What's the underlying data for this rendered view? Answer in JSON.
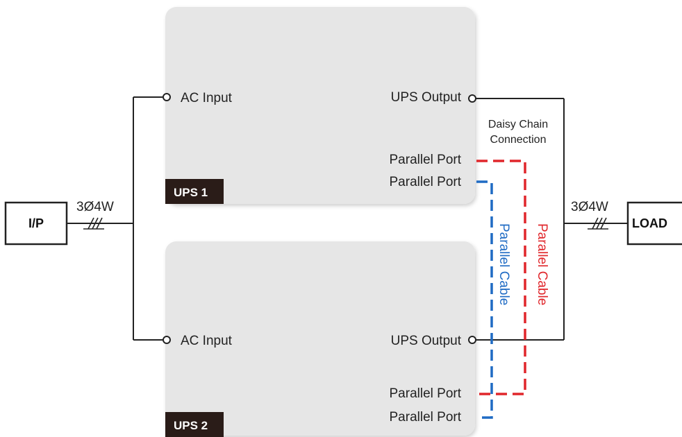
{
  "input_box": {
    "label": "I/P"
  },
  "load_box": {
    "label": "LOAD"
  },
  "input_wiring": {
    "label": "3Ø4W"
  },
  "output_wiring": {
    "label": "3Ø4W"
  },
  "ups1": {
    "name": "UPS 1",
    "ac_input": "AC Input",
    "ups_output": "UPS Output",
    "parallel_port_1": "Parallel Port",
    "parallel_port_2": "Parallel Port"
  },
  "ups2": {
    "name": "UPS 2",
    "ac_input": "AC Input",
    "ups_output": "UPS Output",
    "parallel_port_1": "Parallel Port",
    "parallel_port_2": "Parallel Port"
  },
  "daisy_chain": {
    "line1": "Daisy Chain",
    "line2": "Connection"
  },
  "cable_blue": {
    "label": "Parallel Cable",
    "color": "#1f6bc4"
  },
  "cable_red": {
    "label": "Parallel Cable",
    "color": "#e0262b"
  },
  "colors": {
    "ups_box": "#e6e6e6",
    "badge": "#2a1c18",
    "wire": "#222222"
  }
}
